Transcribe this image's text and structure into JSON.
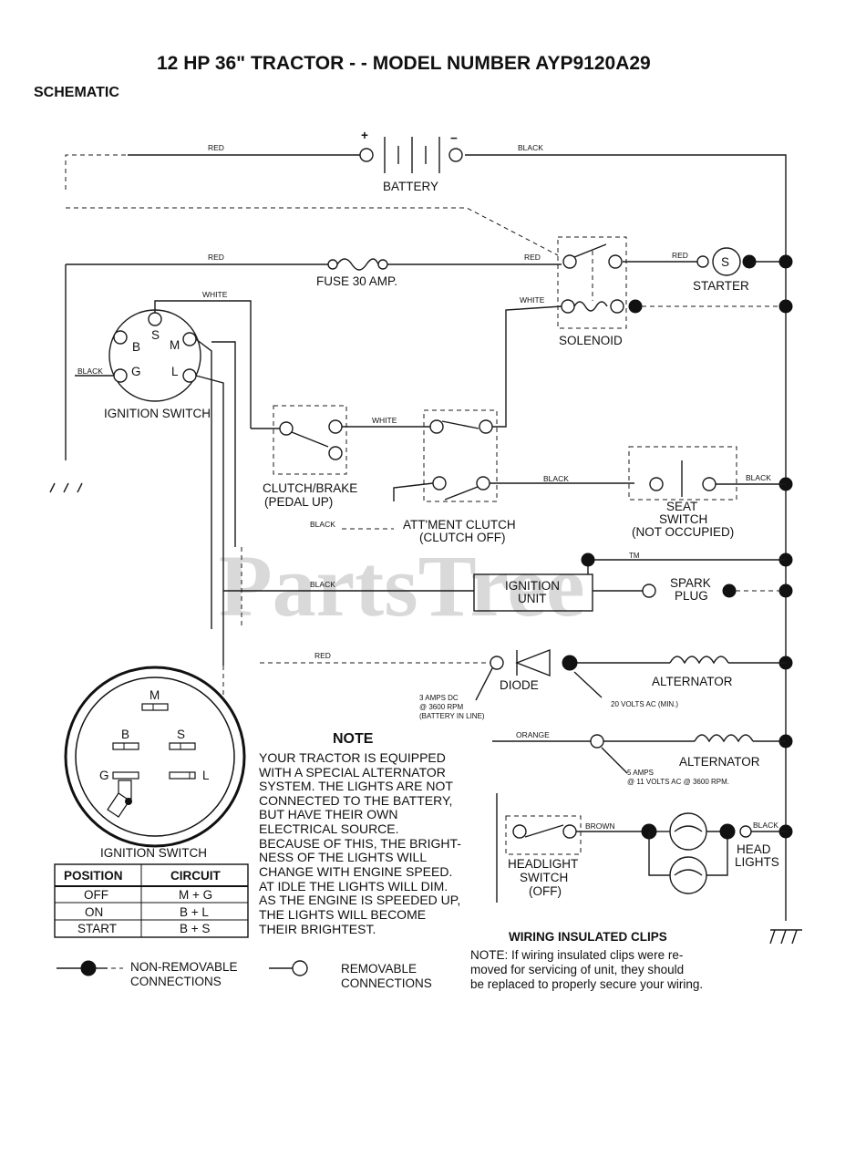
{
  "title": "12 HP 36\" TRACTOR - - MODEL NUMBER AYP9120A29",
  "subtitle": "SCHEMATIC",
  "watermark": "PartsTree",
  "trademark": "TM",
  "components": {
    "battery": "BATTERY",
    "battery_plus": "+",
    "battery_minus": "−",
    "fuse": "FUSE 30 AMP.",
    "starter": "STARTER",
    "starter_letter": "S",
    "solenoid": "SOLENOID",
    "ignition_switch": "IGNITION SWITCH",
    "ign_terminals": {
      "b": "B",
      "s": "S",
      "m": "M",
      "g": "G",
      "l": "L"
    },
    "clutch_brake_1": "CLUTCH/BRAKE",
    "clutch_brake_2": "(PEDAL UP)",
    "attachment_clutch_1": "ATT'MENT CLUTCH",
    "attachment_clutch_2": "(CLUTCH OFF)",
    "seat_switch_1": "SEAT",
    "seat_switch_2": "SWITCH",
    "seat_switch_3": "(NOT OCCUPIED)",
    "ignition_unit_1": "IGNITION",
    "ignition_unit_2": "UNIT",
    "spark_plug_1": "SPARK",
    "spark_plug_2": "PLUG",
    "diode": "DIODE",
    "alternator": "ALTERNATOR",
    "headlight_switch_1": "HEADLIGHT",
    "headlight_switch_2": "SWITCH",
    "headlight_switch_3": "(OFF)",
    "head_lights_1": "HEAD",
    "head_lights_2": "LIGHTS"
  },
  "wires": {
    "red": "RED",
    "black": "BLACK",
    "white": "WHITE",
    "orange": "ORANGE",
    "brown": "BROWN"
  },
  "specs": {
    "diode_dc_1": "3 AMPS DC",
    "diode_dc_2": "@ 3600 RPM",
    "diode_dc_3": "(BATTERY IN LINE)",
    "alt_ac_1": "20 VOLTS AC (MIN.)",
    "lights_ac_1": "5 AMPS",
    "lights_ac_2": "@ 11 VOLTS AC @ 3600 RPM."
  },
  "note": {
    "heading": "NOTE",
    "lines": [
      "YOUR TRACTOR IS EQUIPPED",
      "WITH A SPECIAL ALTERNATOR",
      "SYSTEM.  THE LIGHTS ARE NOT",
      "CONNECTED TO  THE BATTERY,",
      "BUT HAVE THEIR OWN",
      "ELECTRICAL SOURCE.",
      "BECAUSE OF THIS, THE BRIGHT-",
      "NESS OF THE LIGHTS WILL",
      "CHANGE WITH ENGINE SPEED.",
      "AT IDLE THE LIGHTS WILL DIM.",
      "AS THE ENGINE IS SPEEDED UP,",
      "THE LIGHTS WILL BECOME",
      "THEIR BRIGHTEST."
    ]
  },
  "switch_table": {
    "caption": "IGNITION SWITCH",
    "headers": [
      "POSITION",
      "CIRCUIT"
    ],
    "rows": [
      [
        "OFF",
        "M + G"
      ],
      [
        "ON",
        "B + L"
      ],
      [
        "START",
        "B + S"
      ]
    ]
  },
  "legend": {
    "non_removable_1": "NON-REMOVABLE",
    "non_removable_2": "CONNECTIONS",
    "removable_1": "REMOVABLE",
    "removable_2": "CONNECTIONS"
  },
  "clips": {
    "heading": "WIRING INSULATED CLIPS",
    "lines": [
      "NOTE: If wiring insulated clips  were  re-",
      "moved for servicing  of  unit,  they should",
      "be replaced to properly secure your wiring."
    ]
  }
}
